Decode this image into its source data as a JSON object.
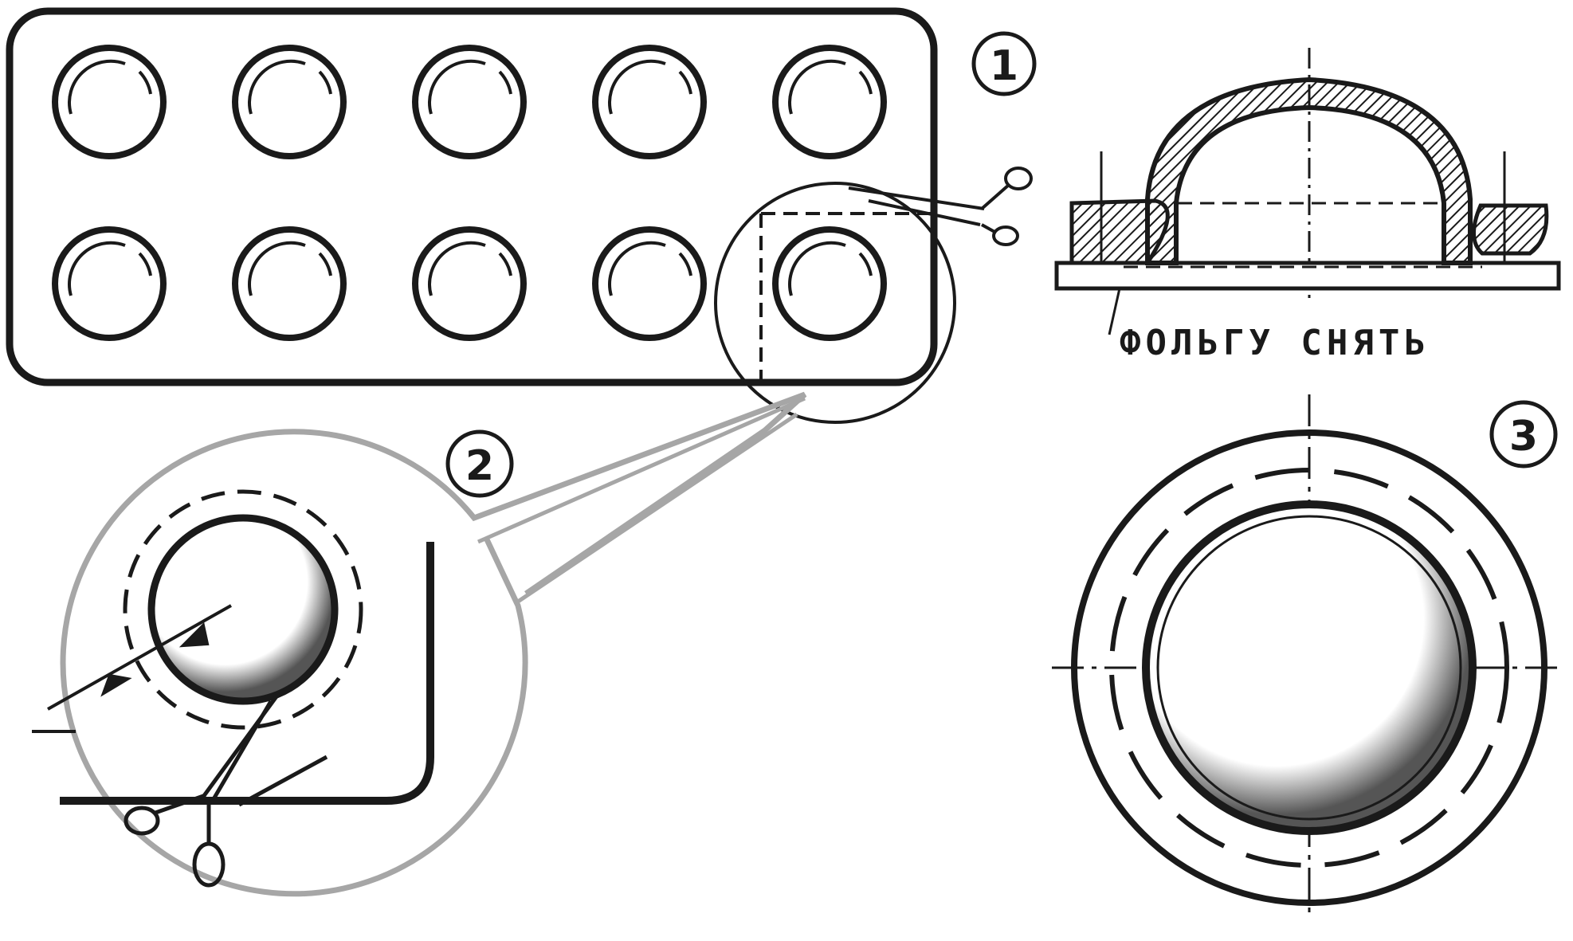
{
  "figure": {
    "callouts": [
      {
        "id": "fig-1",
        "label": "1"
      },
      {
        "id": "fig-2",
        "label": "2"
      },
      {
        "id": "fig-3",
        "label": "3"
      }
    ],
    "section_caption": "ФОЛЬГУ СНЯТЬ",
    "blister_pack": {
      "rows": 2,
      "columns": 5
    },
    "colors": {
      "ink": "#1a1a1a",
      "faded_ink": "#a6a6a6",
      "paper": "#ffffff"
    },
    "icons": [
      "scissors-icon",
      "scissors-icon"
    ]
  }
}
